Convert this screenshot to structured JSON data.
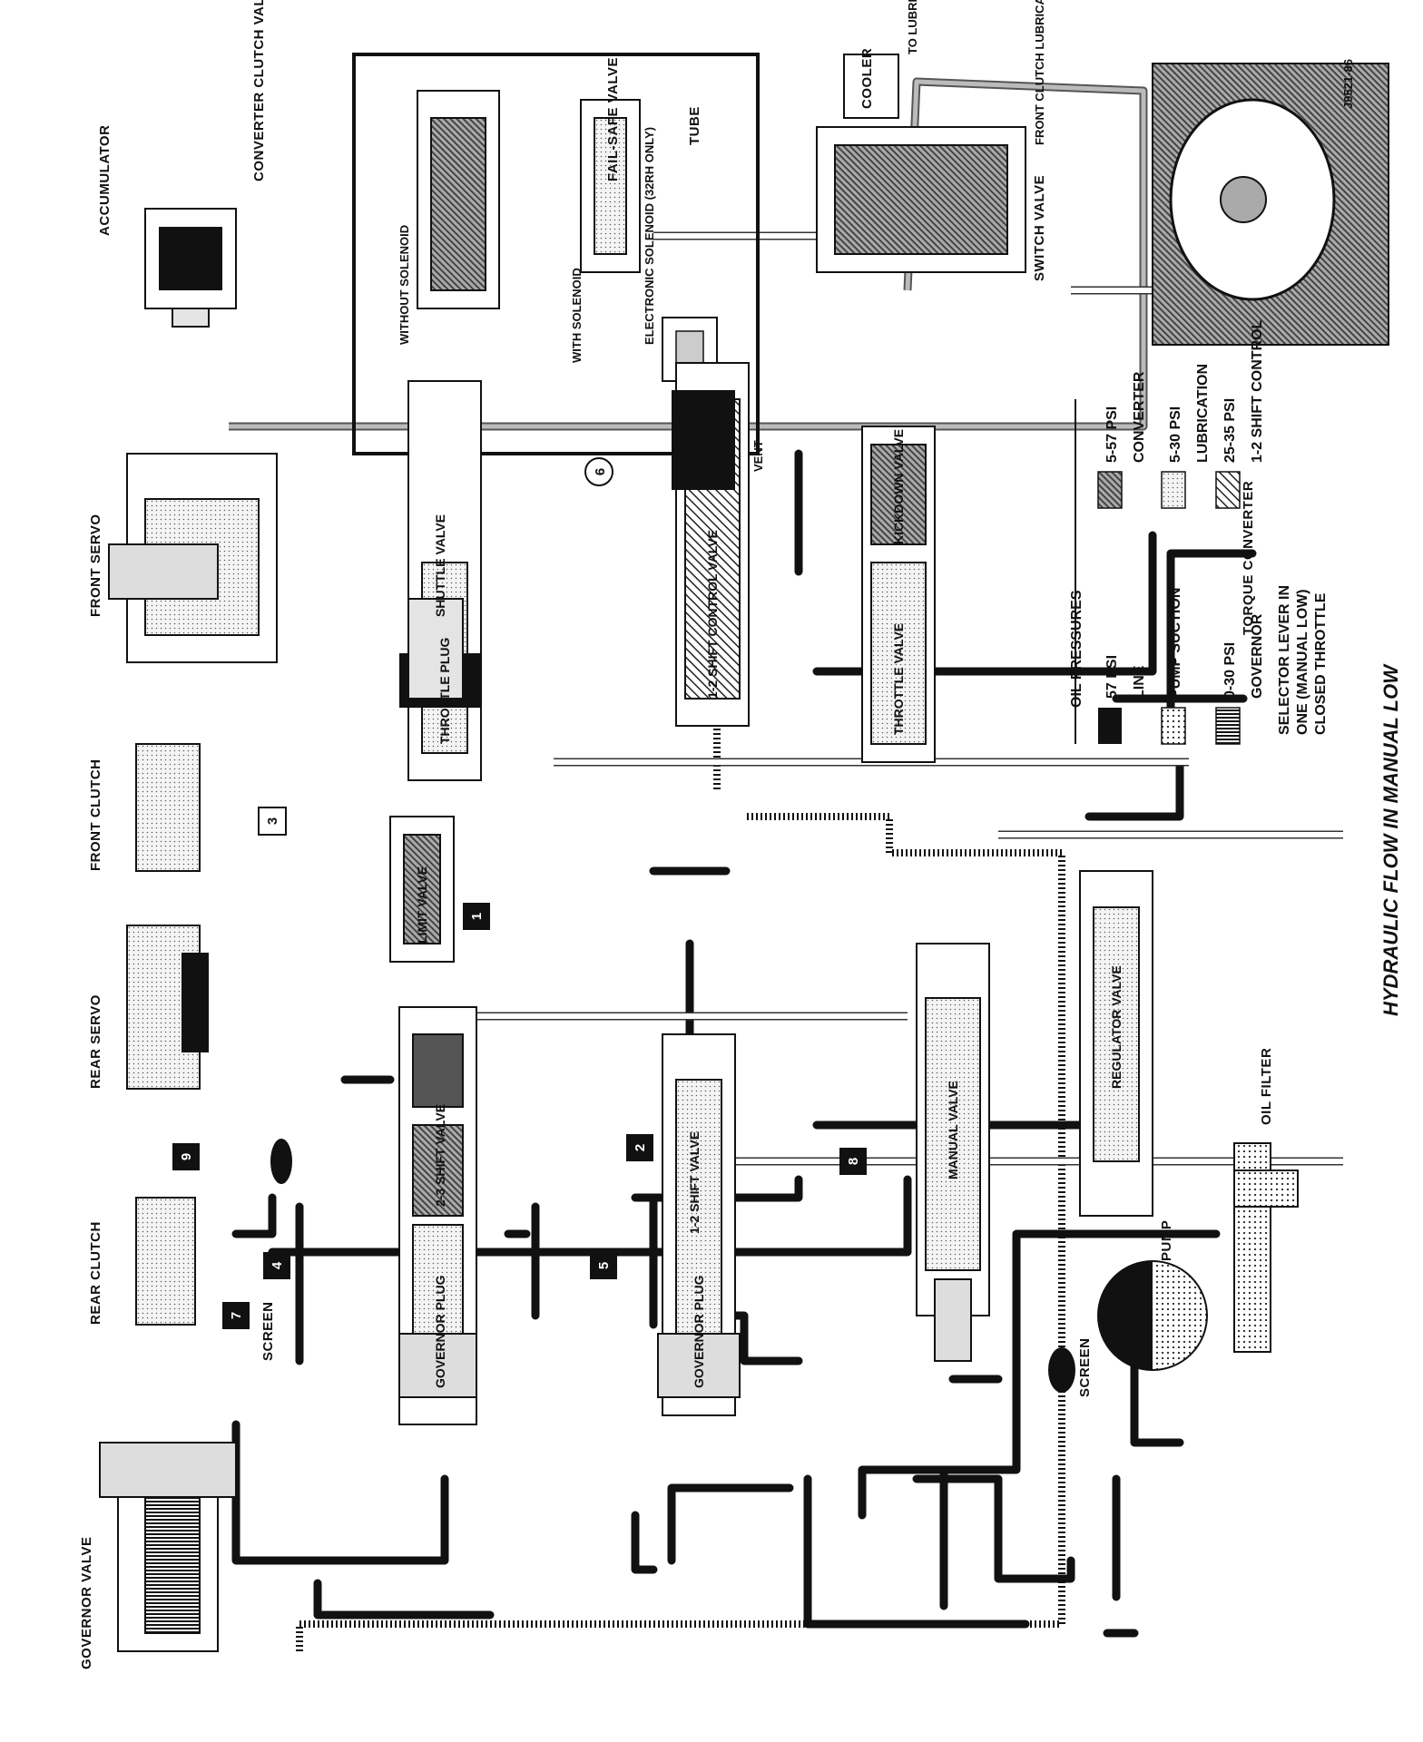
{
  "title": "HYDRAULIC FLOW IN MANUAL LOW",
  "figure_id": "J9521-86",
  "components": {
    "converter_clutch_valve": "CONVERTER CLUTCH VALVE",
    "accumulator": "ACCUMULATOR",
    "front_servo": "FRONT SERVO",
    "front_clutch": "FRONT CLUTCH",
    "rear_servo": "REAR SERVO",
    "rear_clutch": "REAR CLUTCH",
    "screen_left": "SCREEN",
    "governor_valve": "GOVERNOR VALVE",
    "fail_safe_valve": "FAIL-SAFE VALVE",
    "tube": "TUBE",
    "electronic_solenoid": "ELECTRONIC SOLENOID (32RH ONLY)",
    "without_solenoid": "WITHOUT SOLENOID",
    "with_solenoid": "WITH SOLENOID",
    "vent": "VENT",
    "cooler": "COOLER",
    "to_lubrication": "TO LUBRICATION",
    "front_clutch_lubrication": "FRONT CLUTCH LUBRICATION",
    "switch_valve": "SWITCH VALVE",
    "torque_converter": "TORQUE CONVERTER",
    "shuttle_valve": "SHUTTLE VALVE",
    "throttle_plug": "THROTTLE PLUG",
    "shift_control_valve": "1-2 SHIFT CONTROL VALVE",
    "kickdown_valve": "KICKDOWN VALVE",
    "throttle_valve": "THROTTLE VALVE",
    "limit_valve": "LIMIT VALVE",
    "shift_valve_23": "2-3 SHIFT VALVE",
    "governor_plug_23": "GOVERNOR PLUG",
    "shift_valve_12": "1-2 SHIFT VALVE",
    "governor_plug_12": "GOVERNOR PLUG",
    "manual_valve": "MANUAL VALVE",
    "regulator_valve": "REGULATOR VALVE",
    "screen_right": "SCREEN",
    "pump": "PUMP",
    "oil_filter": "OIL FILTER"
  },
  "check_balls": [
    "1",
    "2",
    "3",
    "4",
    "5",
    "6",
    "7",
    "8",
    "9"
  ],
  "legend": {
    "heading": "OIL PRESSURES",
    "items": [
      {
        "label": "LINE",
        "value": "57 PSI",
        "pattern": "solid-black"
      },
      {
        "label": "PUMP SUCTION",
        "value": "",
        "pattern": "dotted"
      },
      {
        "label": "GOVERNOR",
        "value": "0-30 PSI",
        "pattern": "vertical-hatch"
      },
      {
        "label": "CONVERTER",
        "value": "5-57 PSI",
        "pattern": "dark-hatch"
      },
      {
        "label": "LUBRICATION",
        "value": "5-30 PSI",
        "pattern": "light-dotted"
      },
      {
        "label": "1-2 SHIFT CONTROL",
        "value": "25-35 PSI",
        "pattern": "diagonal-hatch"
      }
    ],
    "selector_note": [
      "SELECTOR LEVER IN",
      "ONE (MANUAL LOW)",
      "CLOSED THROTTLE"
    ]
  },
  "colors": {
    "line": "#111111",
    "background": "#ffffff",
    "converter": "#555555"
  }
}
